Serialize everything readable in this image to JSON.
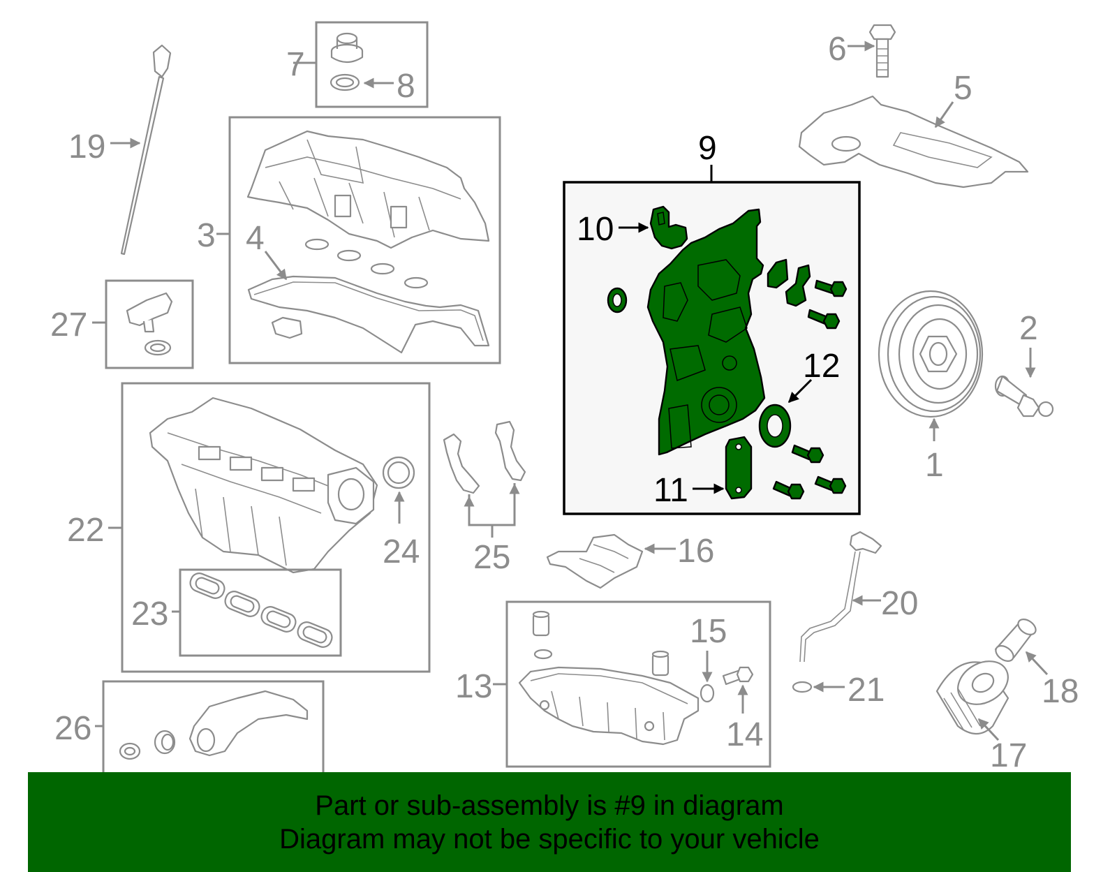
{
  "callouts": {
    "c1": "1",
    "c2": "2",
    "c3": "3",
    "c4": "4",
    "c5": "5",
    "c6": "6",
    "c7": "7",
    "c8": "8",
    "c9": "9",
    "c10": "10",
    "c11": "11",
    "c12": "12",
    "c13": "13",
    "c14": "14",
    "c15": "15",
    "c16": "16",
    "c17": "17",
    "c18": "18",
    "c19": "19",
    "c20": "20",
    "c21": "21",
    "c22": "22",
    "c23": "23",
    "c24": "24",
    "c25": "25",
    "c26": "26",
    "c27": "27"
  },
  "highlighted_part": "9",
  "colors": {
    "highlight": "#006b00",
    "banner": "#006600",
    "diagram_line": "#8c8c8c"
  },
  "banner": {
    "line1": "Part or sub-assembly is #9 in diagram",
    "line2": "Diagram may not be specific to your vehicle"
  }
}
